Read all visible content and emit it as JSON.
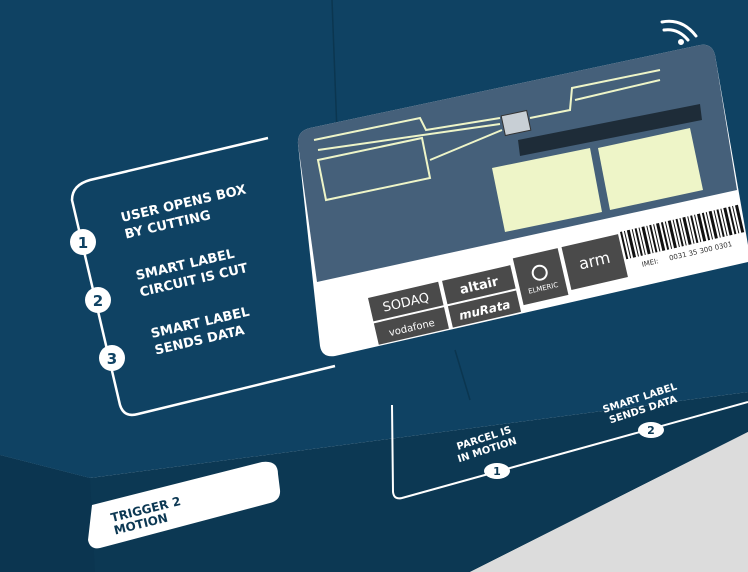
{
  "steps_top": [
    {
      "number": "1",
      "line1": "USER OPENS BOX",
      "line2": "BY CUTTING"
    },
    {
      "number": "2",
      "line1": "SMART LABEL",
      "line2": "CIRCUIT IS CUT"
    },
    {
      "number": "3",
      "line1": "SMART LABEL",
      "line2": "SENDS DATA"
    }
  ],
  "steps_front": [
    {
      "number": "1",
      "line1": "PARCEL IS",
      "line2": "IN MOTION"
    },
    {
      "number": "2",
      "line1": "SMART LABEL",
      "line2": "SENDS DATA"
    }
  ],
  "trigger_tab": {
    "line1": "TRIGGER 2",
    "line2": "MOTION"
  },
  "label": {
    "logos": [
      "SODAQ",
      "altair",
      "ELMERIC",
      "arm",
      "vodafone",
      "muRata"
    ],
    "imei_label": "IMEI:",
    "imei_value": "0031 35 300 0301"
  },
  "colors": {
    "box_top": "#0f4263",
    "box_front": "#0c3853",
    "label_screen": "#45607a",
    "pad": "#eef5c8"
  },
  "icons": [
    "wifi-icon",
    "barcode-icon"
  ]
}
